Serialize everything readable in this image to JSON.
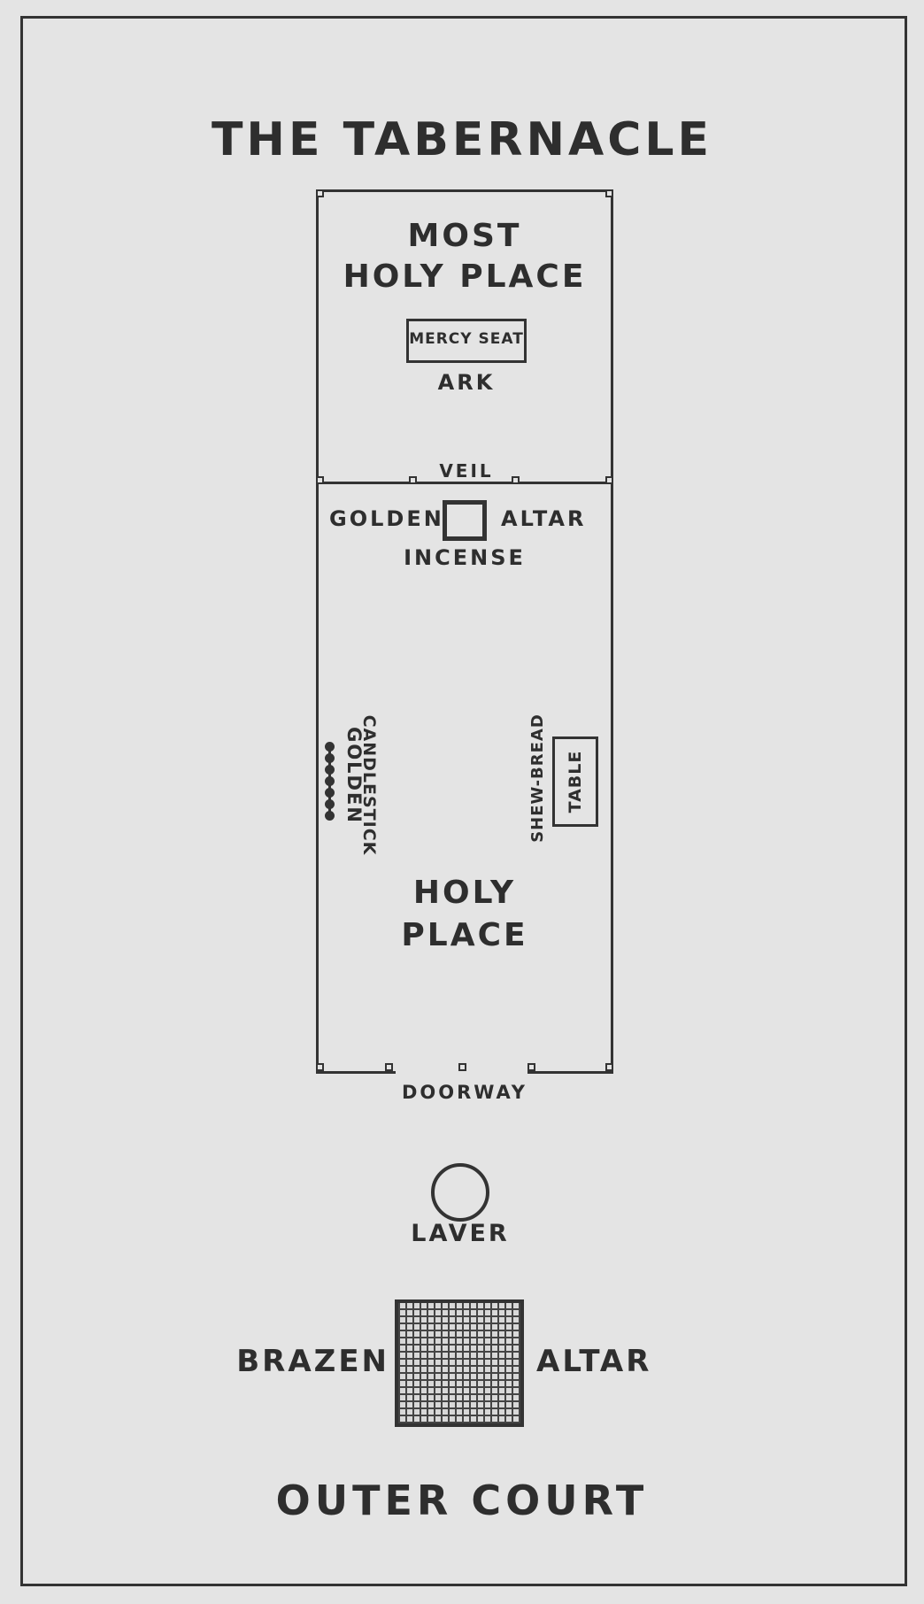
{
  "title": "THE TABERNACLE",
  "most_holy_place": {
    "line1": "MOST",
    "line2": "HOLY PLACE"
  },
  "mercy_seat": "MERCY SEAT",
  "ark": "ARK",
  "veil": "VEIL",
  "golden_altar": {
    "left": "GOLDEN",
    "right": "ALTAR"
  },
  "incense": "INCENSE",
  "golden_candlestick": {
    "line1": "GOLDEN",
    "line2": "CANDLESTICK"
  },
  "shew_bread": "SHEW-BREAD",
  "table": "TABLE",
  "holy_place": {
    "line1": "HOLY",
    "line2": "PLACE"
  },
  "doorway": "DOORWAY",
  "laver": "LAVER",
  "brazen_altar": {
    "left": "BRAZEN",
    "right": "ALTAR"
  },
  "outer_court": "OUTER COURT"
}
